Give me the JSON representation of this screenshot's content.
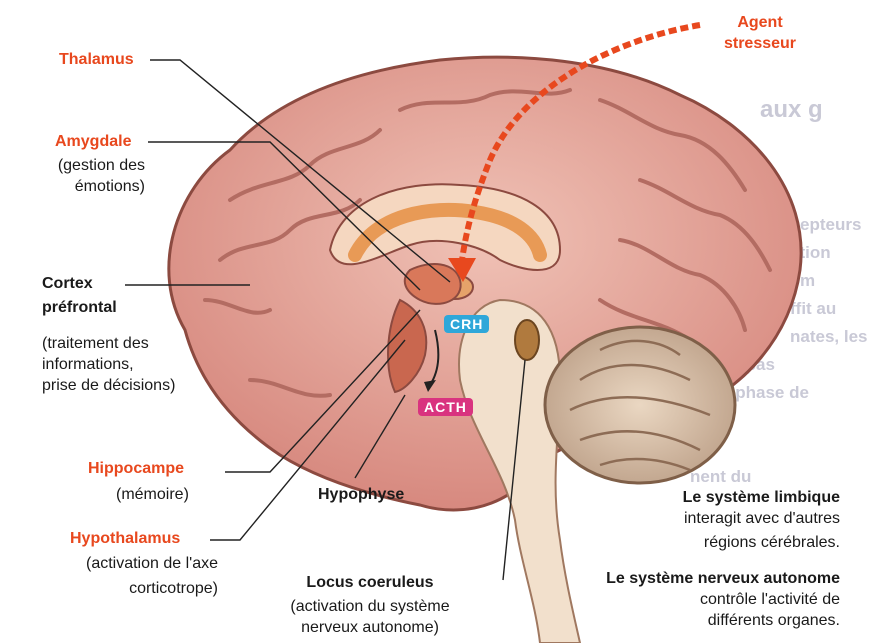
{
  "labels": {
    "agent_line1": "Agent",
    "agent_line2": "stresseur",
    "thalamus": "Thalamus",
    "amygdale": "Amygdale",
    "amygdale_desc1": "(gestion des",
    "amygdale_desc2": "émotions)",
    "cortex1": "Cortex",
    "cortex2": "préfrontal",
    "cortex_desc1": "(traitement des",
    "cortex_desc2": "informations,",
    "cortex_desc3": "prise de décisions)",
    "hippocampe": "Hippocampe",
    "hippocampe_desc": "(mémoire)",
    "hypothalamus": "Hypothalamus",
    "hypothalamus_desc1": "(activation de l'axe",
    "hypothalamus_desc2": "corticotrope)",
    "hypophyse": "Hypophyse",
    "locus1": "Locus coeruleus",
    "locus2": "(activation du système",
    "locus3": "nerveux autonome)",
    "crh": "CRH",
    "acth": "ACTH",
    "limbique_title": "Le système limbique",
    "limbique_desc1": "interagit avec d'autres",
    "limbique_desc2": "régions cérébrales.",
    "sna_title": "Le système nerveux autonome",
    "sna_desc1": "contrôle l'activité de",
    "sna_desc2": "différents organes."
  },
  "colors": {
    "label_red": "#e8481e",
    "crh_tag": "#2fa7d9",
    "acth_tag": "#d9337f",
    "brain_pink": "#e6aaa0",
    "limbic_orange": "#e89a56"
  },
  "icons": [
    "stress-arrow-icon"
  ]
}
